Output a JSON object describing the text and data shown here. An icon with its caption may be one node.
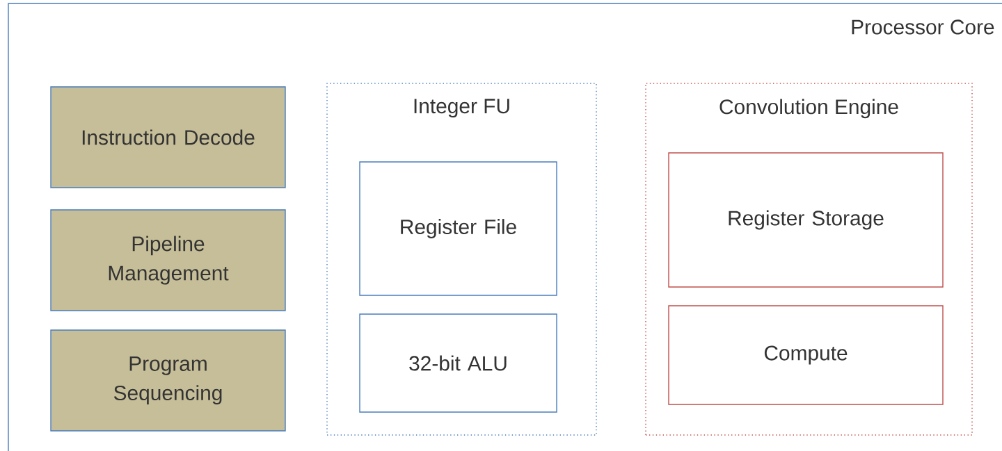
{
  "diagram": {
    "nodes": [
      {
        "text": [
          "Processor Core"
        ]
      },
      {
        "text": [
          "Instruction Decode"
        ],
        "in": 0
      },
      {
        "text": [
          "Pipeline Management"
        ],
        "in": 0
      },
      {
        "text": [
          "Program Sequencing"
        ],
        "in": 0
      },
      {
        "text": [
          "Integer FU"
        ],
        "in": 0
      },
      {
        "text": [
          "Register File"
        ],
        "in": 4
      },
      {
        "text": [
          "32-bit ALU"
        ],
        "in": 4
      },
      {
        "text": [
          "Convolution Engine"
        ],
        "in": 0
      },
      {
        "text": [
          "Register Storage"
        ],
        "in": 7
      },
      {
        "text": [
          "Compute"
        ],
        "in": 7
      }
    ]
  }
}
